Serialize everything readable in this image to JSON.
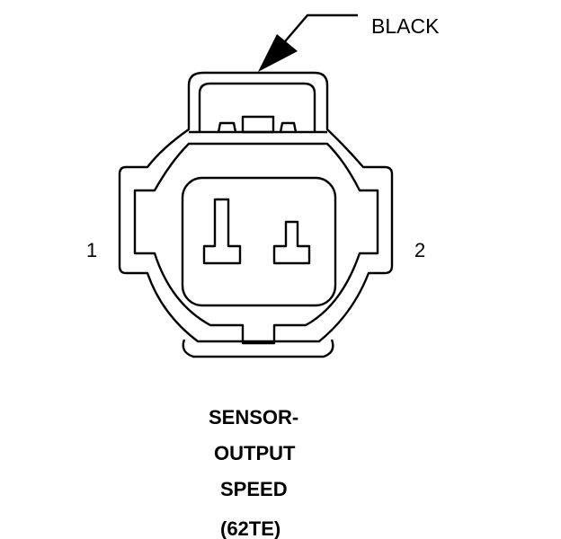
{
  "callout": {
    "label": "BLACK"
  },
  "pins": [
    {
      "number": "1"
    },
    {
      "number": "2"
    }
  ],
  "caption": {
    "lines": [
      "SENSOR-",
      "OUTPUT",
      "SPEED",
      "(62TE)"
    ]
  },
  "colors": {
    "stroke": "#000000",
    "background": "#ffffff"
  }
}
